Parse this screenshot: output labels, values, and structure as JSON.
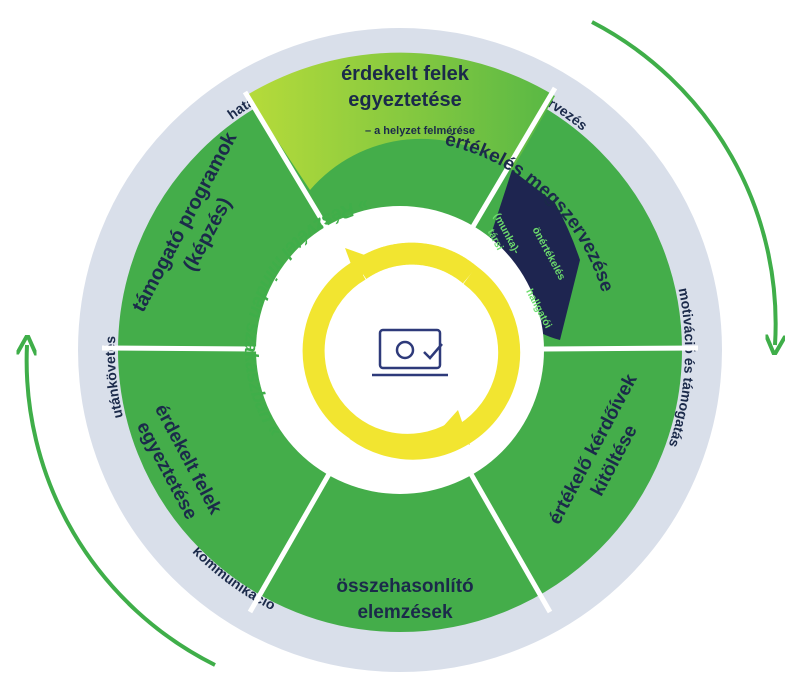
{
  "outer_ring": {
    "tervezes": "tervezés",
    "motivacio": "motiváció és támogatás",
    "kommunikacio": "kommunikáció",
    "utankovetes": "utánkövetés",
    "hataselemzes": "hatáselemzés"
  },
  "segments": {
    "top_title_1": "érdekelt felek",
    "top_title_2": "egyeztetése",
    "top_sub": "– a helyzet felmérése",
    "right_upper": "értékelés megszervezése",
    "right_lower_1": "értékelő kérdőívek",
    "right_lower_2": "kitöltése",
    "bottom_1": "összehasonlító",
    "bottom_2": "elemzések",
    "left_lower_1": "érdekelt felek",
    "left_lower_2": "egyeztetése",
    "left_upper_1": "támogató programok",
    "left_upper_2": "(képzés)"
  },
  "dark_block": {
    "onertekeles": "önértékelés",
    "munka_1": "(munka)-",
    "munka_2": "társi",
    "hallgatoi": "hallgatói"
  },
  "center": {
    "motto": "» Részvétel minden szakaszban «",
    "icon": "laptop-gear-check-icon"
  },
  "colors": {
    "green": "#3fae49",
    "lime": "#9bd23c",
    "navy": "#1e2550",
    "yellow": "#f2e530",
    "ring_grey": "#d9dfea",
    "text_dark": "#1b2a4a"
  }
}
